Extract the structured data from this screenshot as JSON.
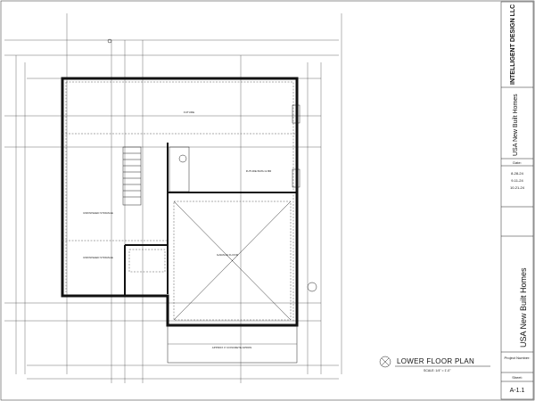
{
  "drawing": {
    "title": "LOWER FLOOR PLAN",
    "scale": "SCALE: 1/4\" = 1'-0\"",
    "rooms": {
      "garage": "GARAGE FLOOR",
      "unfinished_1": "UNFINISHED STORAGE",
      "unfinished_2": "UNFINISHED STORAGE",
      "future_1": "FUTURE",
      "future_2": "FUTURE BATH & BR",
      "driveway_note": "APPROX 3' CONCRETE APRON"
    }
  },
  "title_block": {
    "firm": "INTELLIGENT DESIGN LLC",
    "client": "USA New Built Homes",
    "date_label": "Date:",
    "dates": [
      "8-28-24",
      "9-11-24",
      "10-21-24"
    ],
    "project_name": "USA New Built Homes",
    "project_number_label": "Project Number:",
    "sheet_label": "Sheet:",
    "sheet_number": "A-1.1"
  },
  "colors": {
    "line": "#111111",
    "paper": "#ffffff"
  }
}
